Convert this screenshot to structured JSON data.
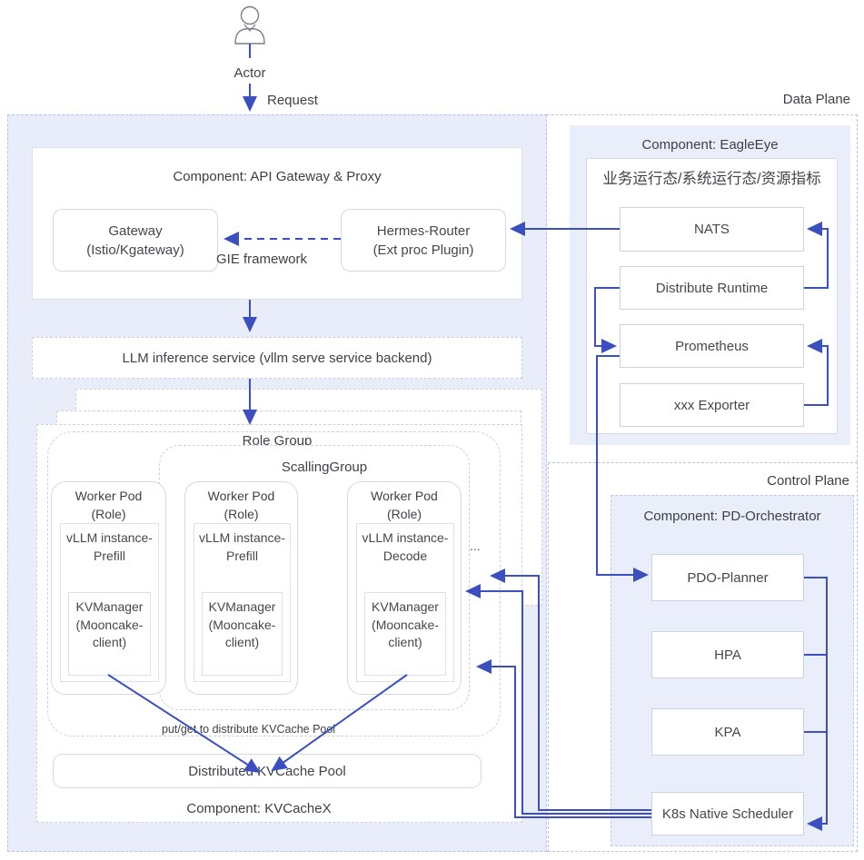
{
  "colors": {
    "arrow_blue": "#3c4fc1",
    "plane_dash": "#b9c2ec",
    "soft_fill": "#e9edfa",
    "component_fill": "#eaeefb",
    "text": "#45474f"
  },
  "actor": {
    "label": "Actor",
    "request_label": "Request"
  },
  "planes": {
    "data_plane": "Data Plane",
    "control_plane": "Control Plane"
  },
  "api_gateway": {
    "title": "Component: API Gateway & Proxy",
    "gateway_label": "Gateway\n(Istio/Kgateway)",
    "hermes_label": "Hermes-Router\n(Ext proc Plugin)",
    "gie_label": "GIE framework"
  },
  "llm_service": {
    "label": "LLM inference service (vllm serve service backend)"
  },
  "role_group": {
    "label": "Role Group",
    "scalling_label": "ScallingGroup",
    "ellipsis": "..."
  },
  "worker_pods": [
    {
      "title": "Worker Pod\n(Role)",
      "vllm": "vLLM instance-\nPrefill",
      "kvmanager": "KVManager\n(Mooncake-\nclient)"
    },
    {
      "title": "Worker Pod\n(Role)",
      "vllm": "vLLM instance-\nPrefill",
      "kvmanager": "KVManager\n(Mooncake-\nclient)"
    },
    {
      "title": "Worker Pod\n(Role)",
      "vllm": "vLLM instance-\nDecode",
      "kvmanager": "KVManager\n(Mooncake-\nclient)"
    }
  ],
  "kvcache": {
    "putget_label": "put/get to distribute KVCache Pool",
    "pool_label": "Distributed KVCache Pool",
    "component_label": "Component: KVCacheX"
  },
  "eagle_eye": {
    "title": "Component: EagleEye",
    "metrics_label": "业务运行态/系统运行态/资源指标",
    "nodes": [
      "NATS",
      "Distribute Runtime",
      "Prometheus",
      "xxx Exporter"
    ]
  },
  "pd_orchestrator": {
    "title": "Component: PD-Orchestrator",
    "nodes": [
      "PDO-Planner",
      "HPA",
      "KPA",
      "K8s Native Scheduler"
    ]
  }
}
